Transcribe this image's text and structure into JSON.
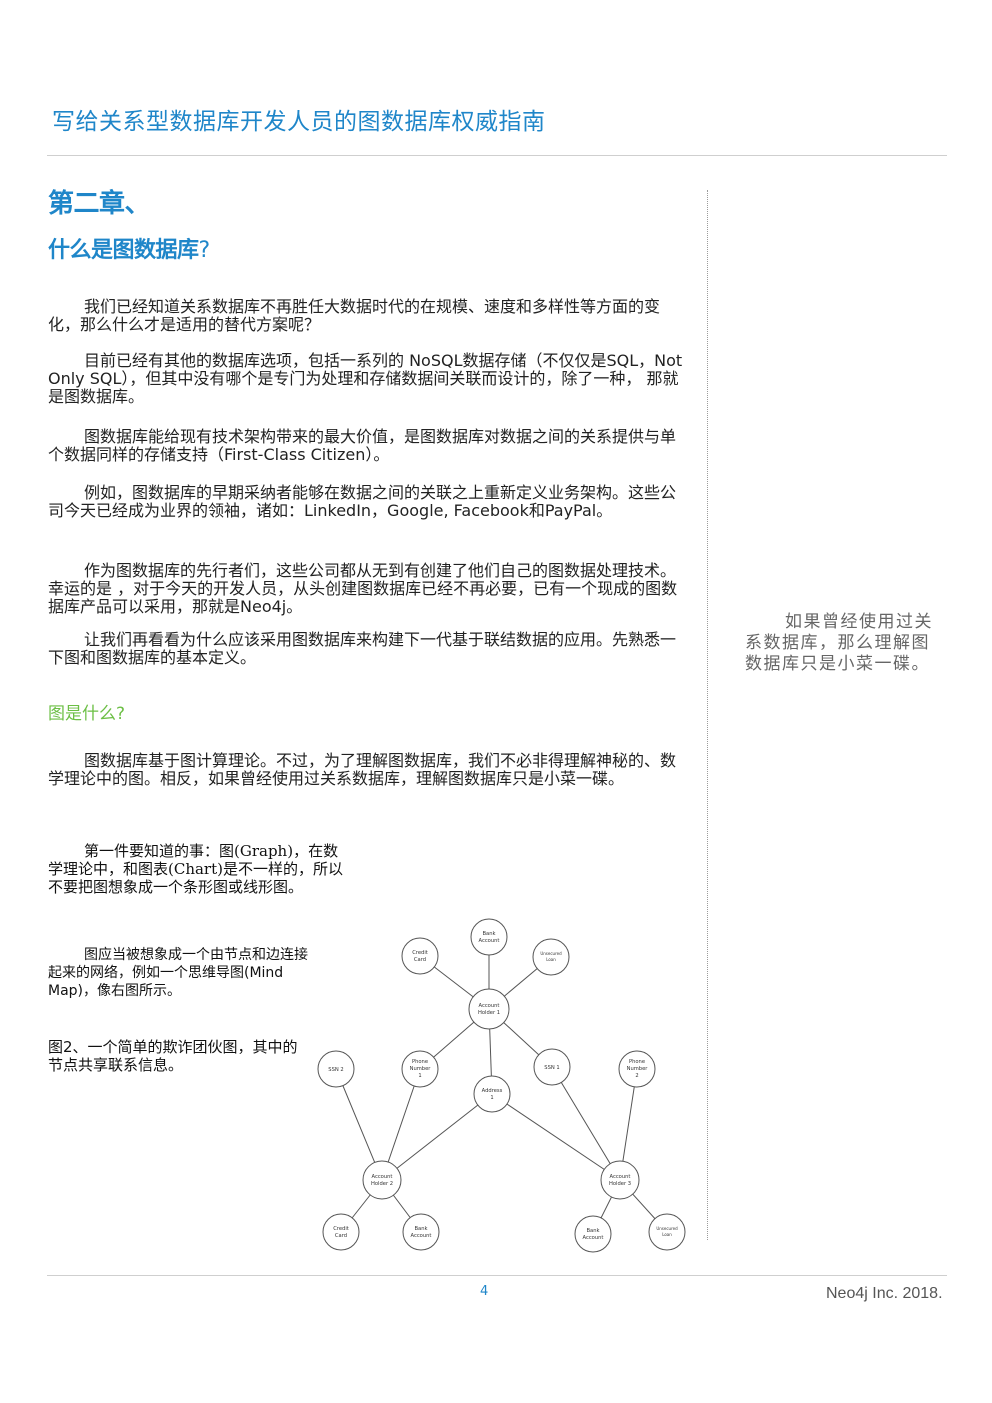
{
  "header": {
    "title": "写给关系型数据库开发人员的图数据库权威指南"
  },
  "chapter": {
    "number": "第二章、",
    "title": "什么是图数据库",
    "title_mark": "?"
  },
  "paragraphs": [
    "我们已经知道关系数据库不再胜任大数据时代的在规模、速度和多样性等方面的变化，那么什么才是适用的替代方案呢？",
    "目前已经有其他的数据库选项，包括一系列的 NoSQL数据存储（不仅仅是SQL，Not Only SQL），但其中没有哪个是专门为处理和存储数据间关联而设计的，除了一种， 那就是图数据库。",
    "图数据库能给现有技术架构带来的最大价值，是图数据库对数据之间的关系提供与单个数据同样的存储支持（First-Class Citizen）。",
    "例如，图数据库的早期采纳者能够在数据之间的关联之上重新定义业务架构。这些公司今天已经成为业界的领袖，诸如：LinkedIn，Google, Facebook和PayPal。",
    "作为图数据库的先行者们，这些公司都从无到有创建了他们自己的图数据处理技术。幸运的是 ，对于今天的开发人员，从头创建图数据库已经不再必要，已有一个现成的图数据库产品可以采用，那就是Neo4j。",
    "让我们再看看为什么应该采用图数据库来构建下一代基于联结数据的应用。先熟悉一下图和图数据库的基本定义。"
  ],
  "section2": {
    "heading": "图是什么?",
    "para1": "图数据库基于图计算理论。不过，为了理解图数据库，我们不必非得理解神秘的、数学理论中的图。相反，如果曾经使用过关系数据库，理解图数据库只是小菜一碟。",
    "para2": "第一件要知道的事：图(Graph)，在数学理论中，和图表(Chart)是不一样的，所以不要把图想象成一个条形图或线形图。",
    "para3": "图应当被想象成一个由节点和边连接起来的网络，例如一个思维导图(Mind Map)，像右图所示。",
    "caption": "图2、一个简单的欺诈团伙图，其中的节点共享联系信息。"
  },
  "pullquote": "如果曾经使用过关系数据库，那么理解图数据库只是小菜一碟。",
  "diagram": {
    "nodes": {
      "bank_account_top": [
        "Bank",
        "Account"
      ],
      "credit_card_top": [
        "Credit",
        "Card"
      ],
      "unsecured_loan_top": [
        "Unsecured",
        "Loan"
      ],
      "account_holder_1": [
        "Account",
        "Holder 1"
      ],
      "ssn_2": [
        "SSN 2"
      ],
      "phone_number_1": [
        "Phone",
        "Number",
        "1"
      ],
      "address_1": [
        "Address",
        "1"
      ],
      "ssn_1": [
        "SSN 1"
      ],
      "phone_number_2": [
        "Phone",
        "Number",
        "2"
      ],
      "account_holder_2": [
        "Account",
        "Holder 2"
      ],
      "account_holder_3": [
        "Account",
        "Holder 3"
      ],
      "credit_card_bottom": [
        "Credit",
        "Card"
      ],
      "bank_account_mid": [
        "Bank",
        "Account"
      ],
      "bank_account_right": [
        "Bank",
        "Account"
      ],
      "unsecured_loan_bottom": [
        "Unsecured",
        "Loan"
      ]
    }
  },
  "footer": {
    "page": "4",
    "brand": "Neo4j Inc. 2018."
  }
}
